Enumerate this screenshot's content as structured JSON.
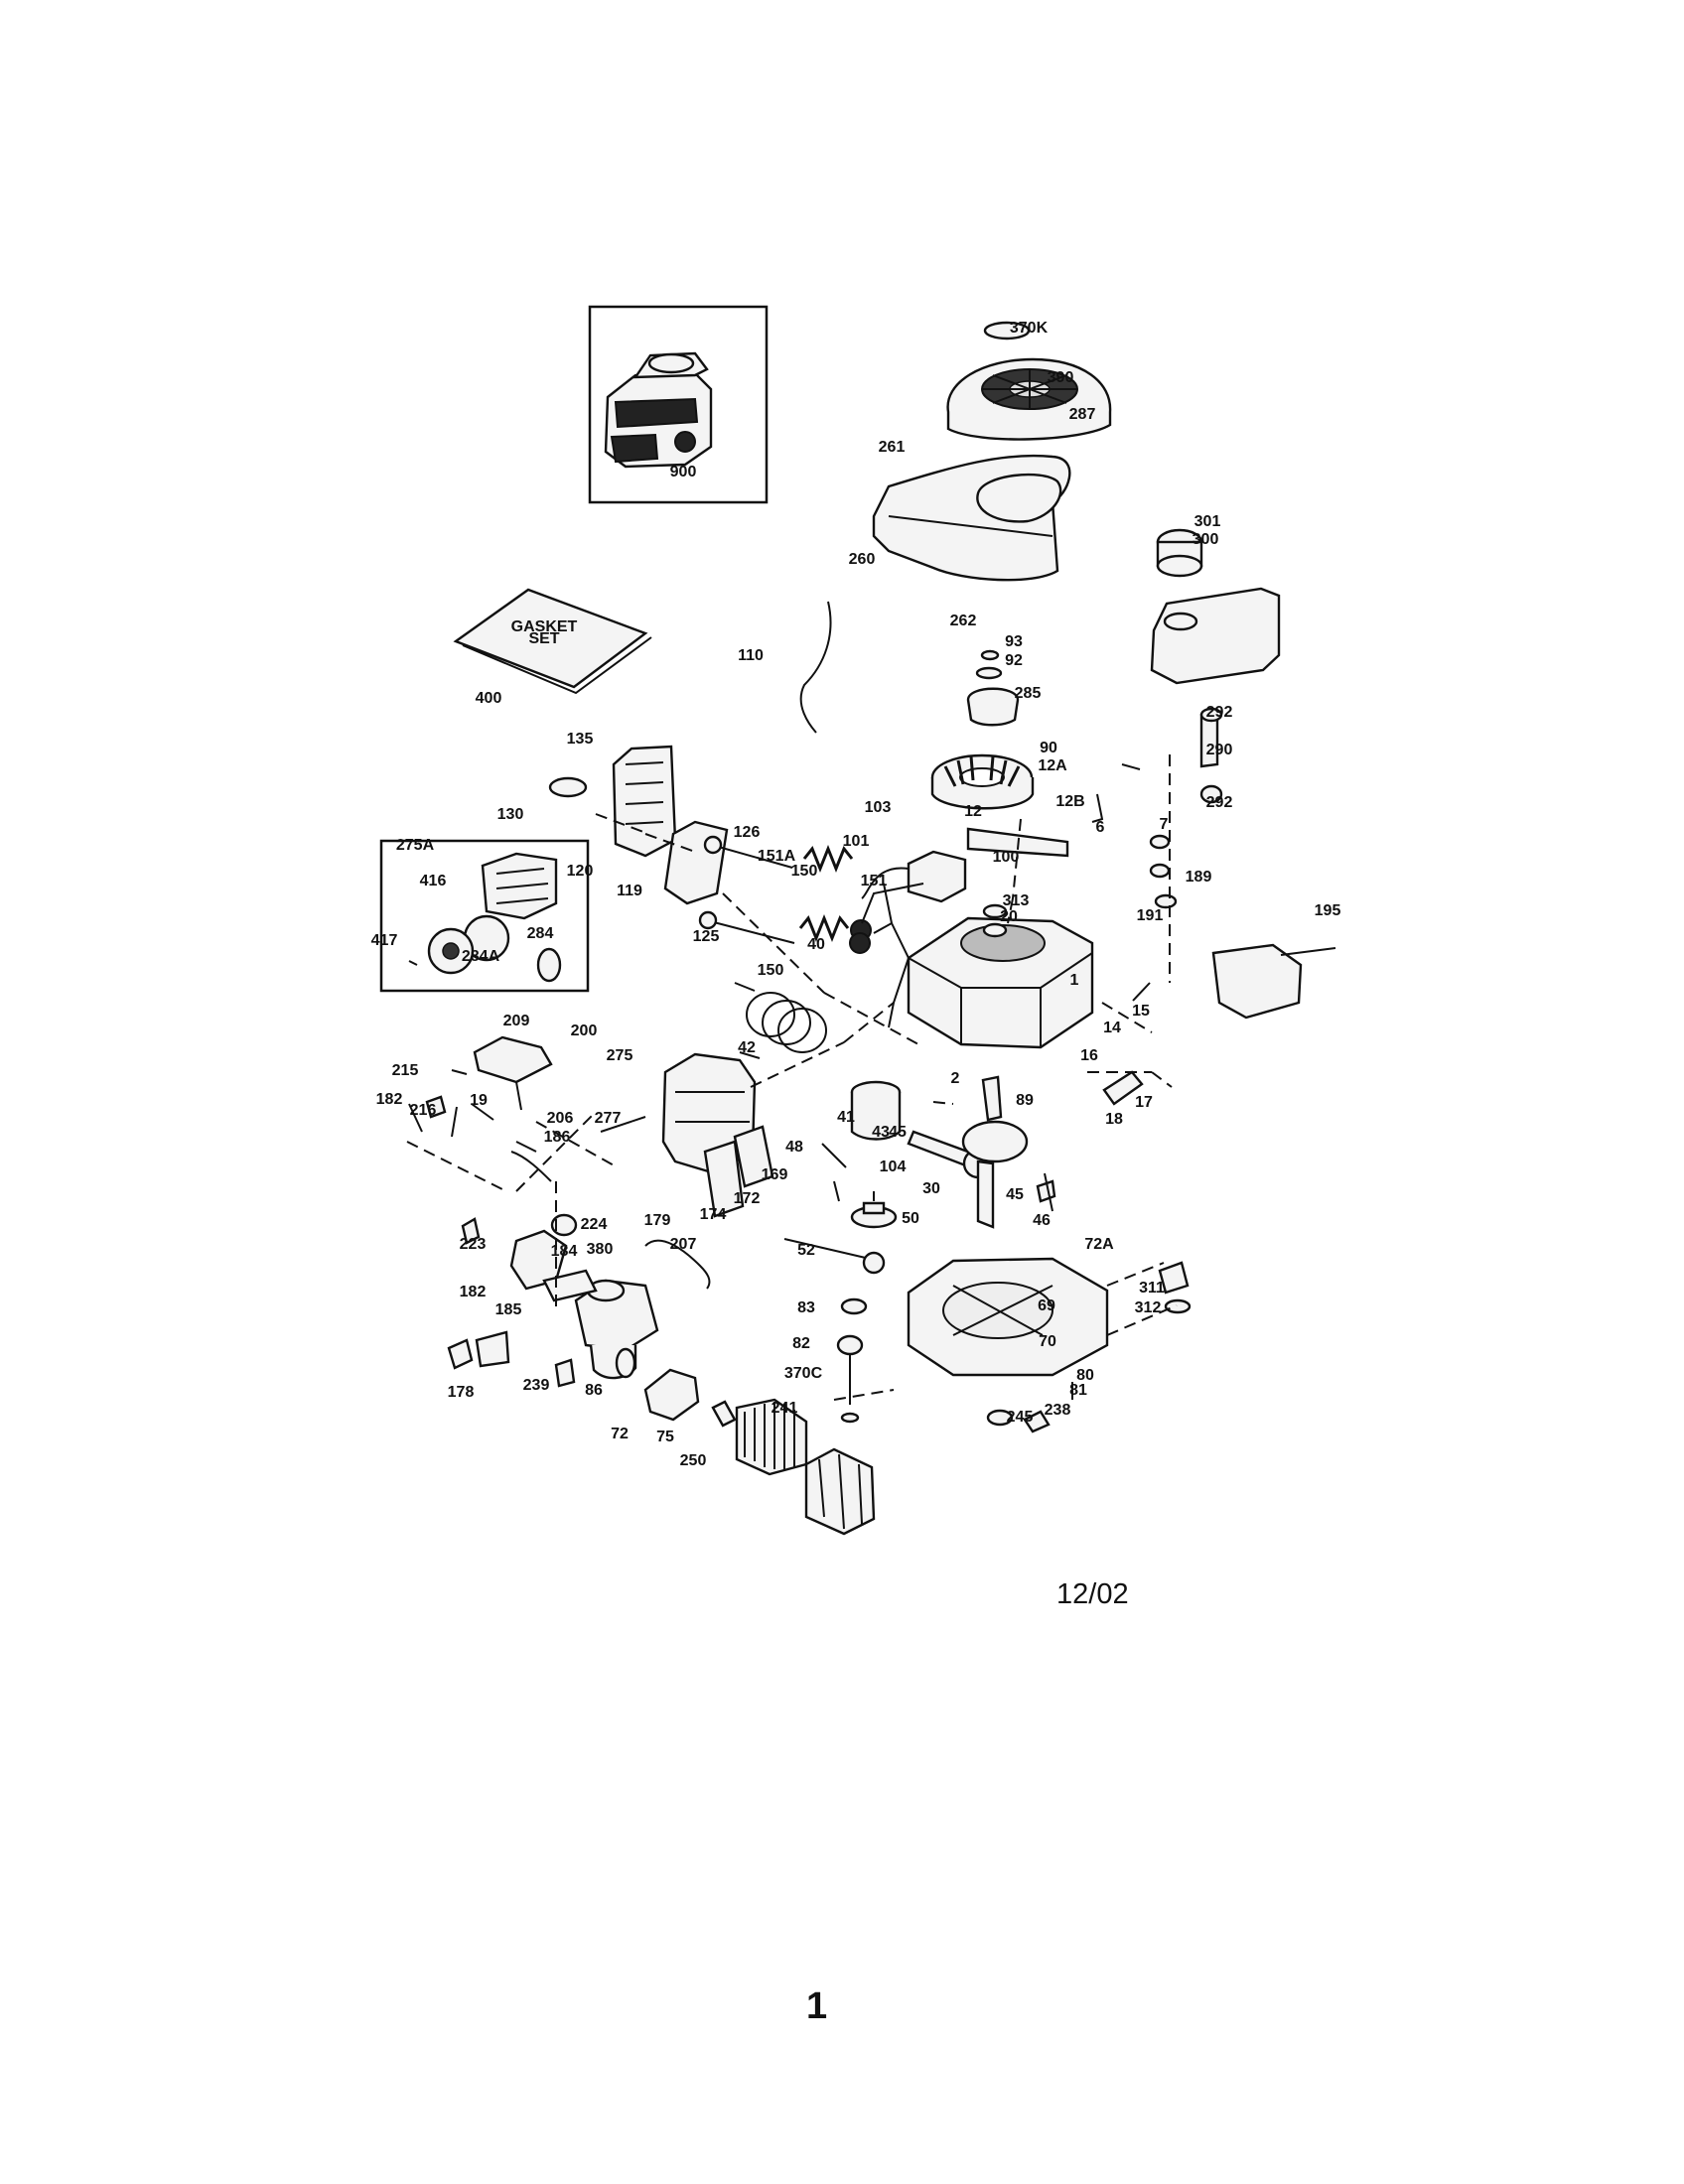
{
  "gasket_set_label": "GASKET\nSET",
  "date_code": "12/02",
  "page_number": "1",
  "part_labels": [
    "370K",
    "390",
    "287",
    "261",
    "900",
    "260",
    "262",
    "301",
    "300",
    "93",
    "92",
    "110",
    "285",
    "400",
    "90",
    "12A",
    "12B",
    "292",
    "290",
    "292",
    "135",
    "103",
    "12",
    "6",
    "7",
    "130",
    "126",
    "101",
    "151A",
    "150",
    "100",
    "275A",
    "313",
    "20",
    "119",
    "120",
    "416",
    "151",
    "125",
    "284",
    "417",
    "284A",
    "40",
    "150",
    "189",
    "191",
    "195",
    "1",
    "209",
    "200",
    "15",
    "42",
    "14",
    "275",
    "215",
    "16",
    "2",
    "89",
    "17",
    "182",
    "216",
    "19",
    "206",
    "18",
    "41",
    "43",
    "277",
    "45",
    "186",
    "48",
    "104",
    "169",
    "30",
    "45",
    "179",
    "174",
    "172",
    "46",
    "50",
    "224",
    "223",
    "207",
    "72A",
    "184",
    "380",
    "52",
    "182",
    "311",
    "185",
    "312",
    "69",
    "83",
    "70",
    "82",
    "80",
    "370C",
    "178",
    "239",
    "86",
    "81",
    "241",
    "72",
    "238",
    "75",
    "245",
    "250"
  ]
}
